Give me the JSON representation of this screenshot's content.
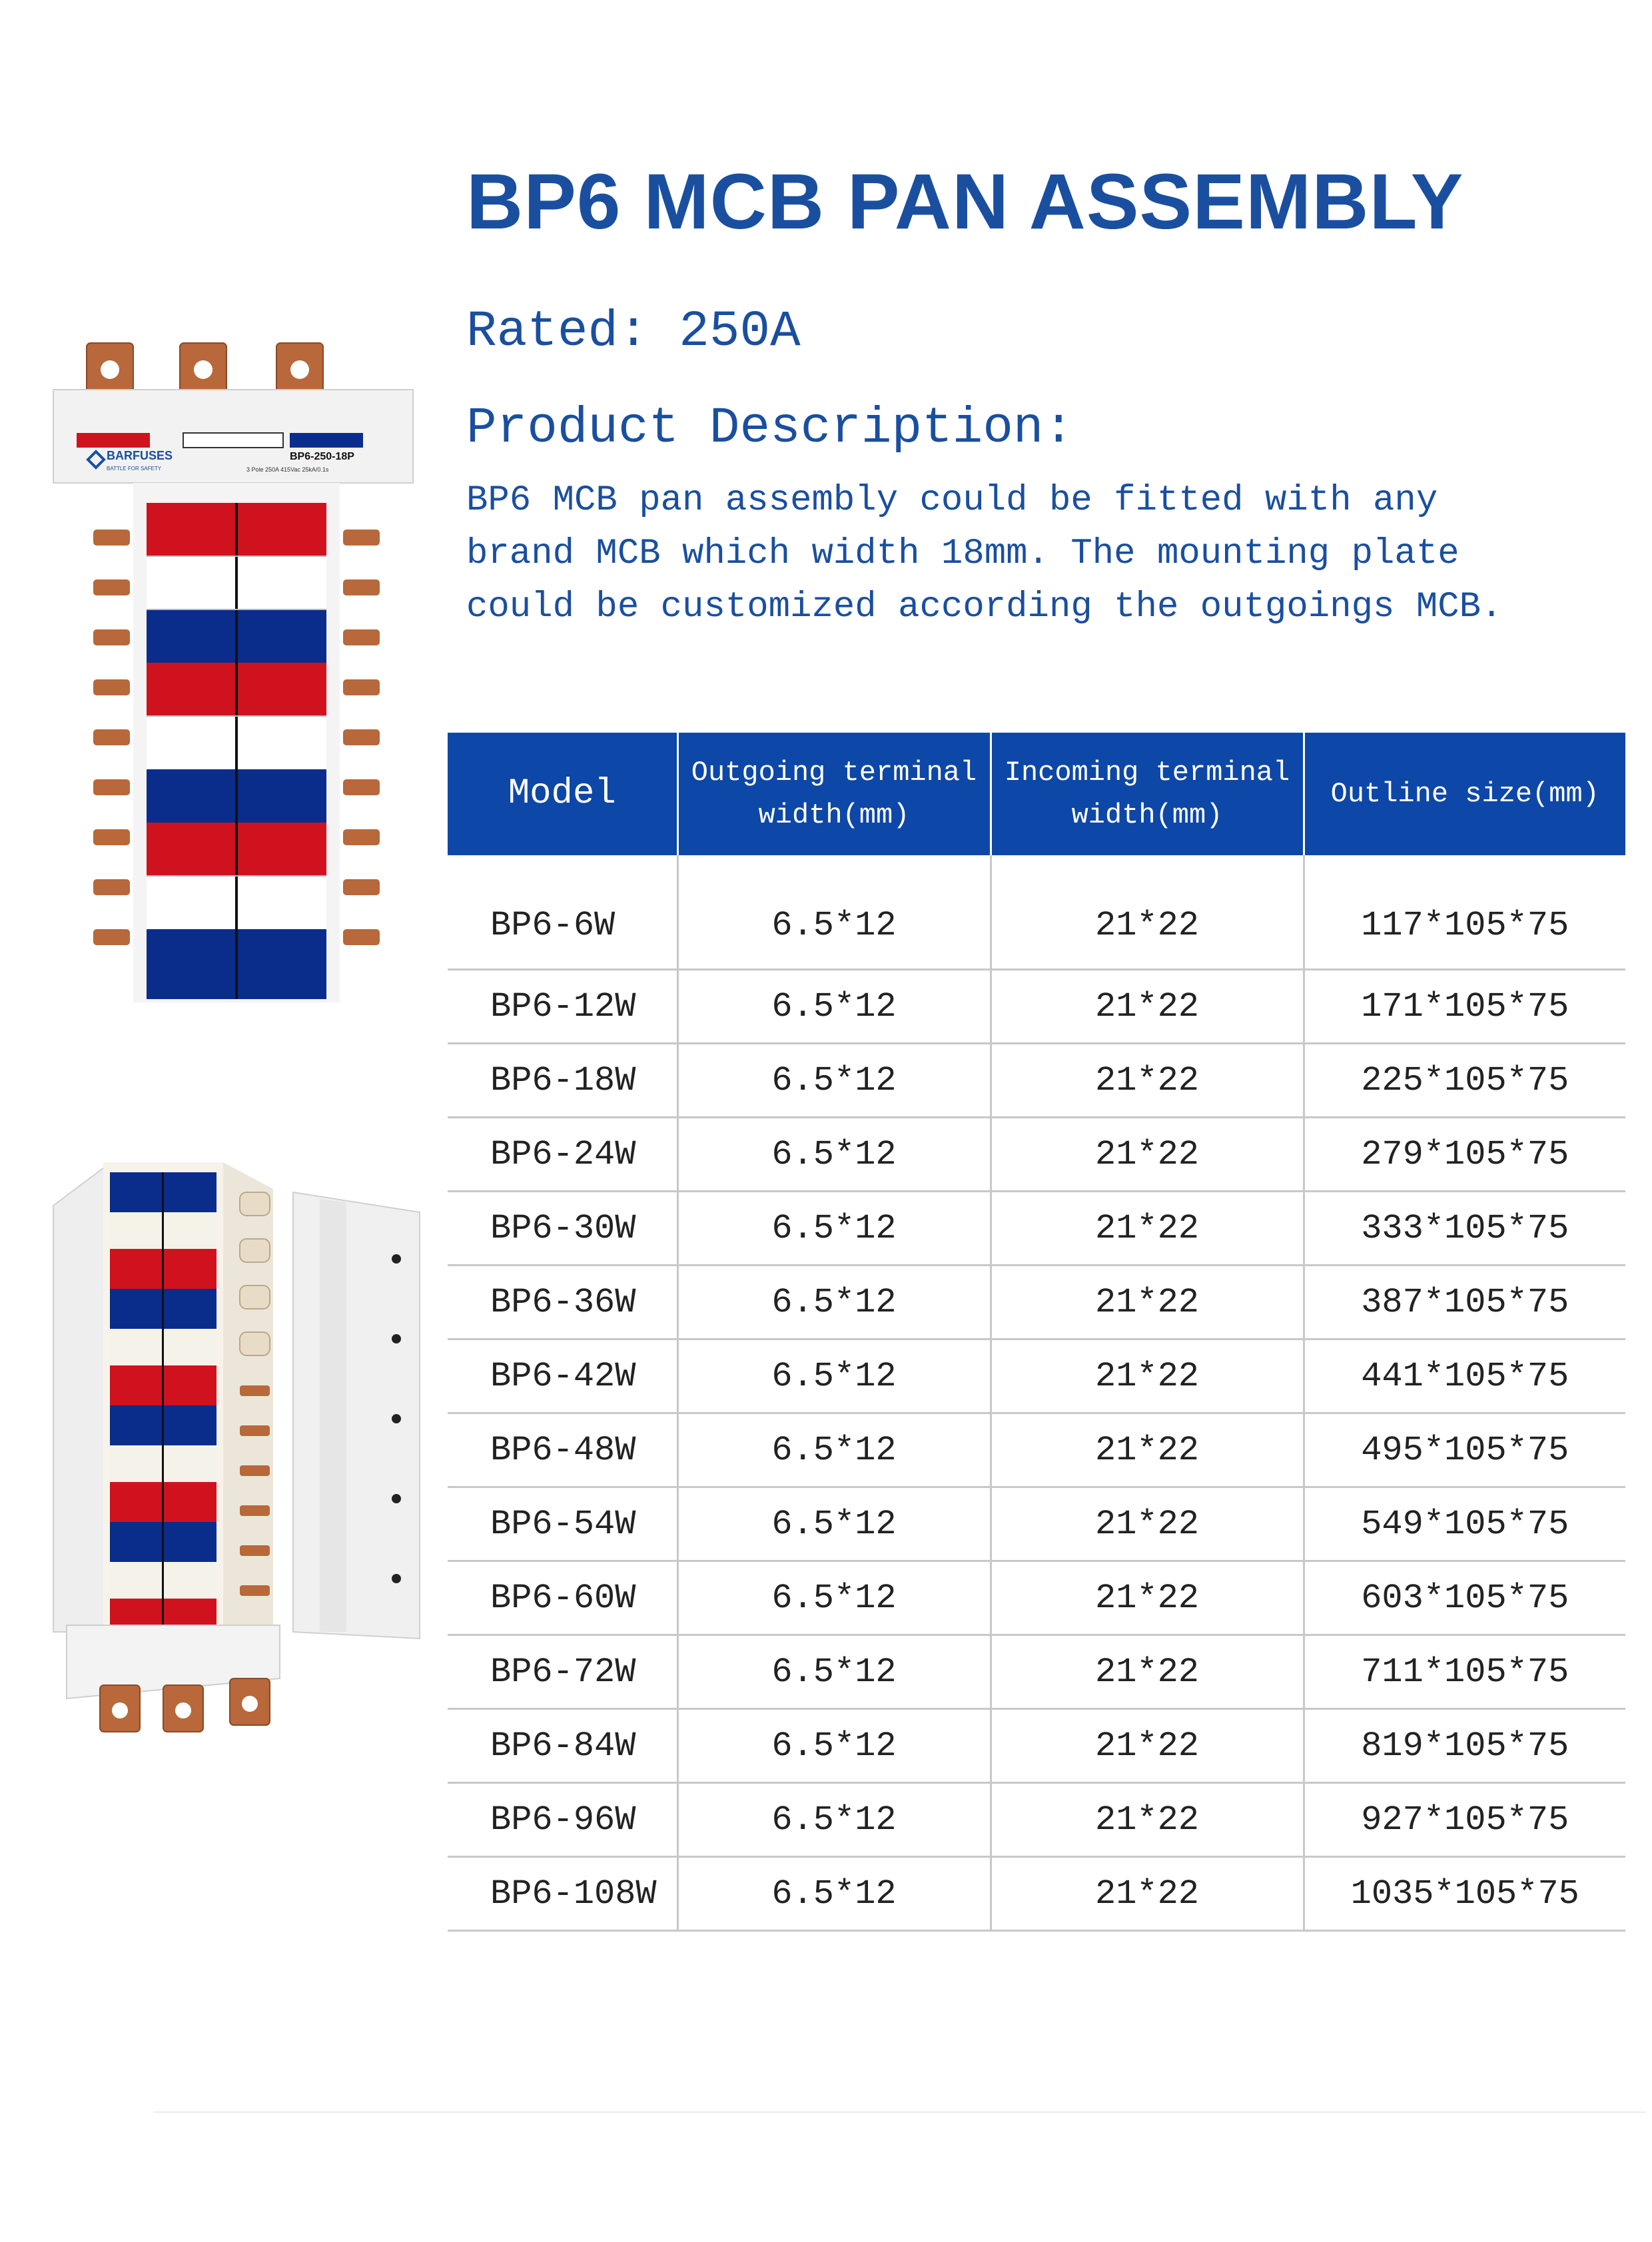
{
  "header": {
    "title": "BP6 MCB PAN ASSEMBLY",
    "rated": "Rated: 250A",
    "description_heading": "Product Description:",
    "description_body": "BP6 MCB pan assembly could be fitted with any brand MCB which width 18mm. The mounting plate could be customized according the outgoings MCB."
  },
  "product_label": {
    "brand": "BARFUSES",
    "tagline": "BATTLE FOR SAFETY",
    "model": "BP6-250-18P",
    "spec": "3 Pole 250A 415Vac 25kA/0.1s"
  },
  "table": {
    "headers": {
      "model": "Model",
      "outgoing_line1": "Outgoing terminal",
      "outgoing_line2": "width(mm)",
      "incoming_line1": "Incoming terminal",
      "incoming_line2": "width(mm)",
      "outline": "Outline size(mm)"
    },
    "rows": [
      {
        "model": "BP6-6W",
        "outgoing": "6.5*12",
        "incoming": "21*22",
        "outline": "117*105*75"
      },
      {
        "model": "BP6-12W",
        "outgoing": "6.5*12",
        "incoming": "21*22",
        "outline": "171*105*75"
      },
      {
        "model": "BP6-18W",
        "outgoing": "6.5*12",
        "incoming": "21*22",
        "outline": "225*105*75"
      },
      {
        "model": "BP6-24W",
        "outgoing": "6.5*12",
        "incoming": "21*22",
        "outline": "279*105*75"
      },
      {
        "model": "BP6-30W",
        "outgoing": "6.5*12",
        "incoming": "21*22",
        "outline": "333*105*75"
      },
      {
        "model": "BP6-36W",
        "outgoing": "6.5*12",
        "incoming": "21*22",
        "outline": "387*105*75"
      },
      {
        "model": "BP6-42W",
        "outgoing": "6.5*12",
        "incoming": "21*22",
        "outline": "441*105*75"
      },
      {
        "model": "BP6-48W",
        "outgoing": "6.5*12",
        "incoming": "21*22",
        "outline": "495*105*75"
      },
      {
        "model": "BP6-54W",
        "outgoing": "6.5*12",
        "incoming": "21*22",
        "outline": "549*105*75"
      },
      {
        "model": "BP6-60W",
        "outgoing": "6.5*12",
        "incoming": "21*22",
        "outline": "603*105*75"
      },
      {
        "model": "BP6-72W",
        "outgoing": "6.5*12",
        "incoming": "21*22",
        "outline": "711*105*75"
      },
      {
        "model": "BP6-84W",
        "outgoing": "6.5*12",
        "incoming": "21*22",
        "outline": "819*105*75"
      },
      {
        "model": "BP6-96W",
        "outgoing": "6.5*12",
        "incoming": "21*22",
        "outline": "927*105*75"
      },
      {
        "model": "BP6-108W",
        "outgoing": "6.5*12",
        "incoming": "21*22",
        "outline": "1035*105*75"
      }
    ]
  },
  "colors": {
    "title_blue": "#1a4fa0",
    "header_blue": "#0d47a8",
    "bar_red": "#d0121f",
    "bar_navy": "#0a2d8c",
    "copper": "#b8683a"
  }
}
